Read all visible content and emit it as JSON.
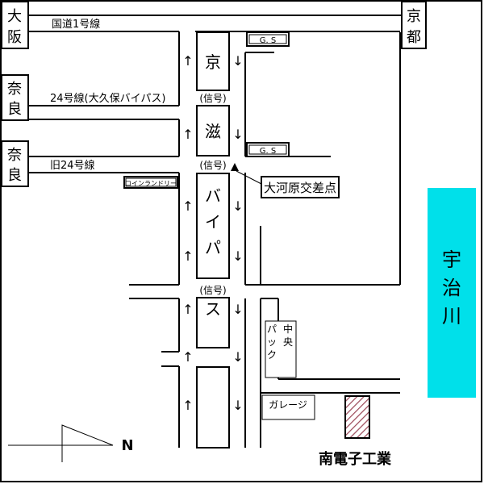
{
  "destinations": {
    "osaka": [
      "大",
      "阪"
    ],
    "kyoto": [
      "京",
      "都"
    ],
    "nara_top": [
      "奈",
      "良"
    ],
    "nara_bottom": [
      "奈",
      "良"
    ]
  },
  "roads": {
    "route1": "国道1号線",
    "route24": "24号線(大久保バイパス)",
    "old_route24": "旧24号線"
  },
  "signals": [
    "(信号)",
    "(信号)",
    "(信号)"
  ],
  "bypass": {
    "kyoto_shiga_chars": [
      "京",
      "滋"
    ],
    "bypass_chars": [
      "バ",
      "イ",
      "パ",
      "ス"
    ]
  },
  "arrows": {
    "up": "↑",
    "down": "↓"
  },
  "landmarks": {
    "gs_top": "G. S",
    "gs_bottom": "G. S",
    "laundry": "コインランドリー",
    "ookawara": "大河原交差点",
    "central_park": [
      "中 央",
      "パ ッ ク"
    ],
    "garage": "ガレージ",
    "destination": "南電子工業"
  },
  "river": {
    "name": [
      "宇",
      "治",
      "川"
    ],
    "color": "#00e0ea"
  },
  "north": "N",
  "colors": {
    "destination_hatch": "#9c4a5a"
  }
}
